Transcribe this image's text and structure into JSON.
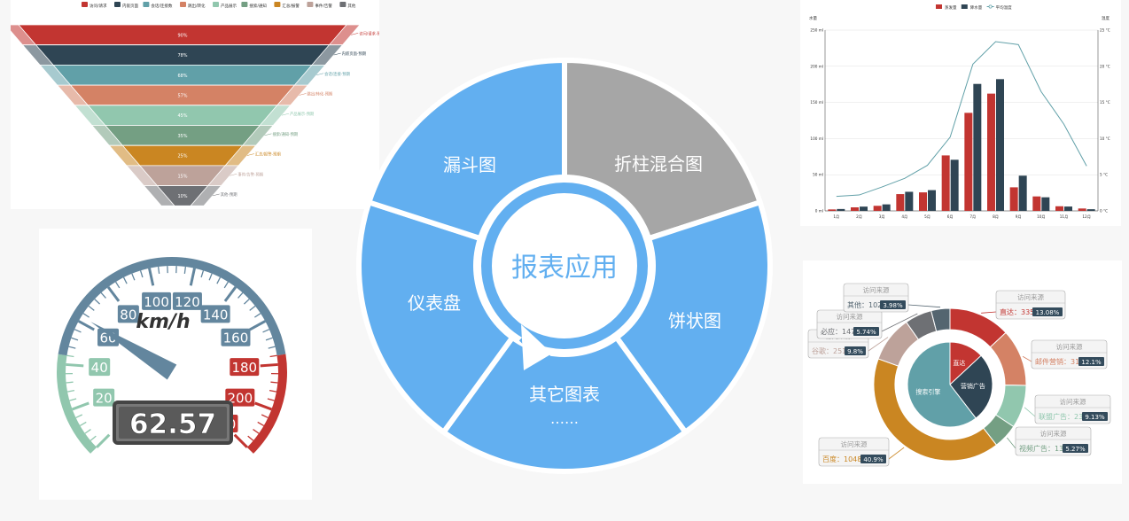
{
  "center_menu": {
    "center_label": "报表应用",
    "segments": {
      "funnel": "漏斗图",
      "bar_line": "折柱混合图",
      "pie": "饼状图",
      "other": "其它图表",
      "other_more": "……",
      "gauge": "仪表盘"
    },
    "colors": {
      "blue": "#62aff0",
      "gray": "#a6a6a6"
    }
  },
  "funnel_chart": {
    "legend": [
      "访问/请求",
      "内嵌页面",
      "会话/连接数",
      "跳出/转化",
      "产品展示",
      "搜索/通知",
      "汇总/报警",
      "事件/告警",
      "其他"
    ],
    "values": [
      "90%",
      "78%",
      "68%",
      "57%",
      "45%",
      "35%",
      "25%",
      "15%",
      "10%"
    ],
    "labels": [
      "访问/请求-预期",
      "内嵌页面-预期",
      "会话/连接-预期",
      "跳出/转化-预期",
      "产品展示-预期",
      "搜索/通知-预期",
      "汇总/报警-预期",
      "事件/告警-预期",
      "其他-预期"
    ],
    "colors": [
      "#c23531",
      "#2f4554",
      "#61a0a8",
      "#d48265",
      "#91c7ae",
      "#749f83",
      "#ca8622",
      "#bda29a",
      "#6e7074"
    ]
  },
  "gauge": {
    "unit": "km/h",
    "value_display": "62.57",
    "value": 62.57,
    "ticks": [
      "0",
      "20",
      "40",
      "60",
      "80",
      "100",
      "120",
      "140",
      "160",
      "180",
      "200",
      "220"
    ],
    "max": 220
  },
  "chart_data": {
    "type": "bar",
    "title": "",
    "categories": [
      "1月",
      "2月",
      "3月",
      "4月",
      "5月",
      "6月",
      "7月",
      "8月",
      "9月",
      "10月",
      "11月",
      "12月"
    ],
    "series": [
      {
        "name": "蒸发量",
        "type": "bar",
        "values": [
          2.0,
          4.9,
          7.0,
          23.2,
          25.6,
          76.7,
          135.6,
          162.2,
          32.6,
          20.0,
          6.4,
          3.3
        ],
        "color": "#c23531"
      },
      {
        "name": "降水量",
        "type": "bar",
        "values": [
          2.6,
          5.9,
          9.0,
          26.4,
          28.7,
          70.7,
          175.6,
          182.2,
          48.7,
          18.8,
          6.0,
          2.3
        ],
        "color": "#2f4554"
      },
      {
        "name": "平均温度",
        "type": "line",
        "axis": "right",
        "values": [
          2.0,
          2.2,
          3.3,
          4.5,
          6.3,
          10.2,
          20.3,
          23.4,
          23.0,
          16.5,
          12.0,
          6.2
        ],
        "color": "#61a0a8"
      }
    ],
    "ylabel": "水量",
    "ylabel_right": "温度",
    "yticks": [
      "0 ml",
      "50 ml",
      "100 ml",
      "150 ml",
      "200 ml",
      "250 ml"
    ],
    "yticks_right": [
      "0 °C",
      "5 °C",
      "10 °C",
      "15 °C",
      "20 °C",
      "25 °C"
    ],
    "ylim": [
      0,
      250
    ],
    "ylim_right": [
      0,
      25
    ],
    "grid": true,
    "legend_position": "top"
  },
  "pie_chart": {
    "tooltip_title": "访问来源",
    "inner": [
      {
        "name": "直达",
        "value": 335,
        "color": "#c23531"
      },
      {
        "name": "营销广告",
        "value": 679,
        "color": "#2f4554"
      },
      {
        "name": "搜索引擎",
        "value": 1548,
        "color": "#61a0a8"
      }
    ],
    "outer": [
      {
        "name": "直达",
        "value": 335,
        "percent": "13.08%",
        "color": "#c23531"
      },
      {
        "name": "邮件营销",
        "value": 310,
        "percent": "12.1%",
        "color": "#d48265"
      },
      {
        "name": "联盟广告",
        "value": 234,
        "percent": "9.13%",
        "color": "#91c7ae"
      },
      {
        "name": "视频广告",
        "value": 135,
        "percent": "5.27%",
        "color": "#749f83"
      },
      {
        "name": "百度",
        "value": 1048,
        "percent": "40.9%",
        "color": "#ca8622"
      },
      {
        "name": "谷歌",
        "value": 251,
        "percent": "9.8%",
        "color": "#bda29a"
      },
      {
        "name": "必应",
        "value": 147,
        "percent": "5.74%",
        "color": "#6e7074"
      },
      {
        "name": "其他",
        "value": 102,
        "percent": "3.98%",
        "color": "#546570"
      }
    ]
  }
}
